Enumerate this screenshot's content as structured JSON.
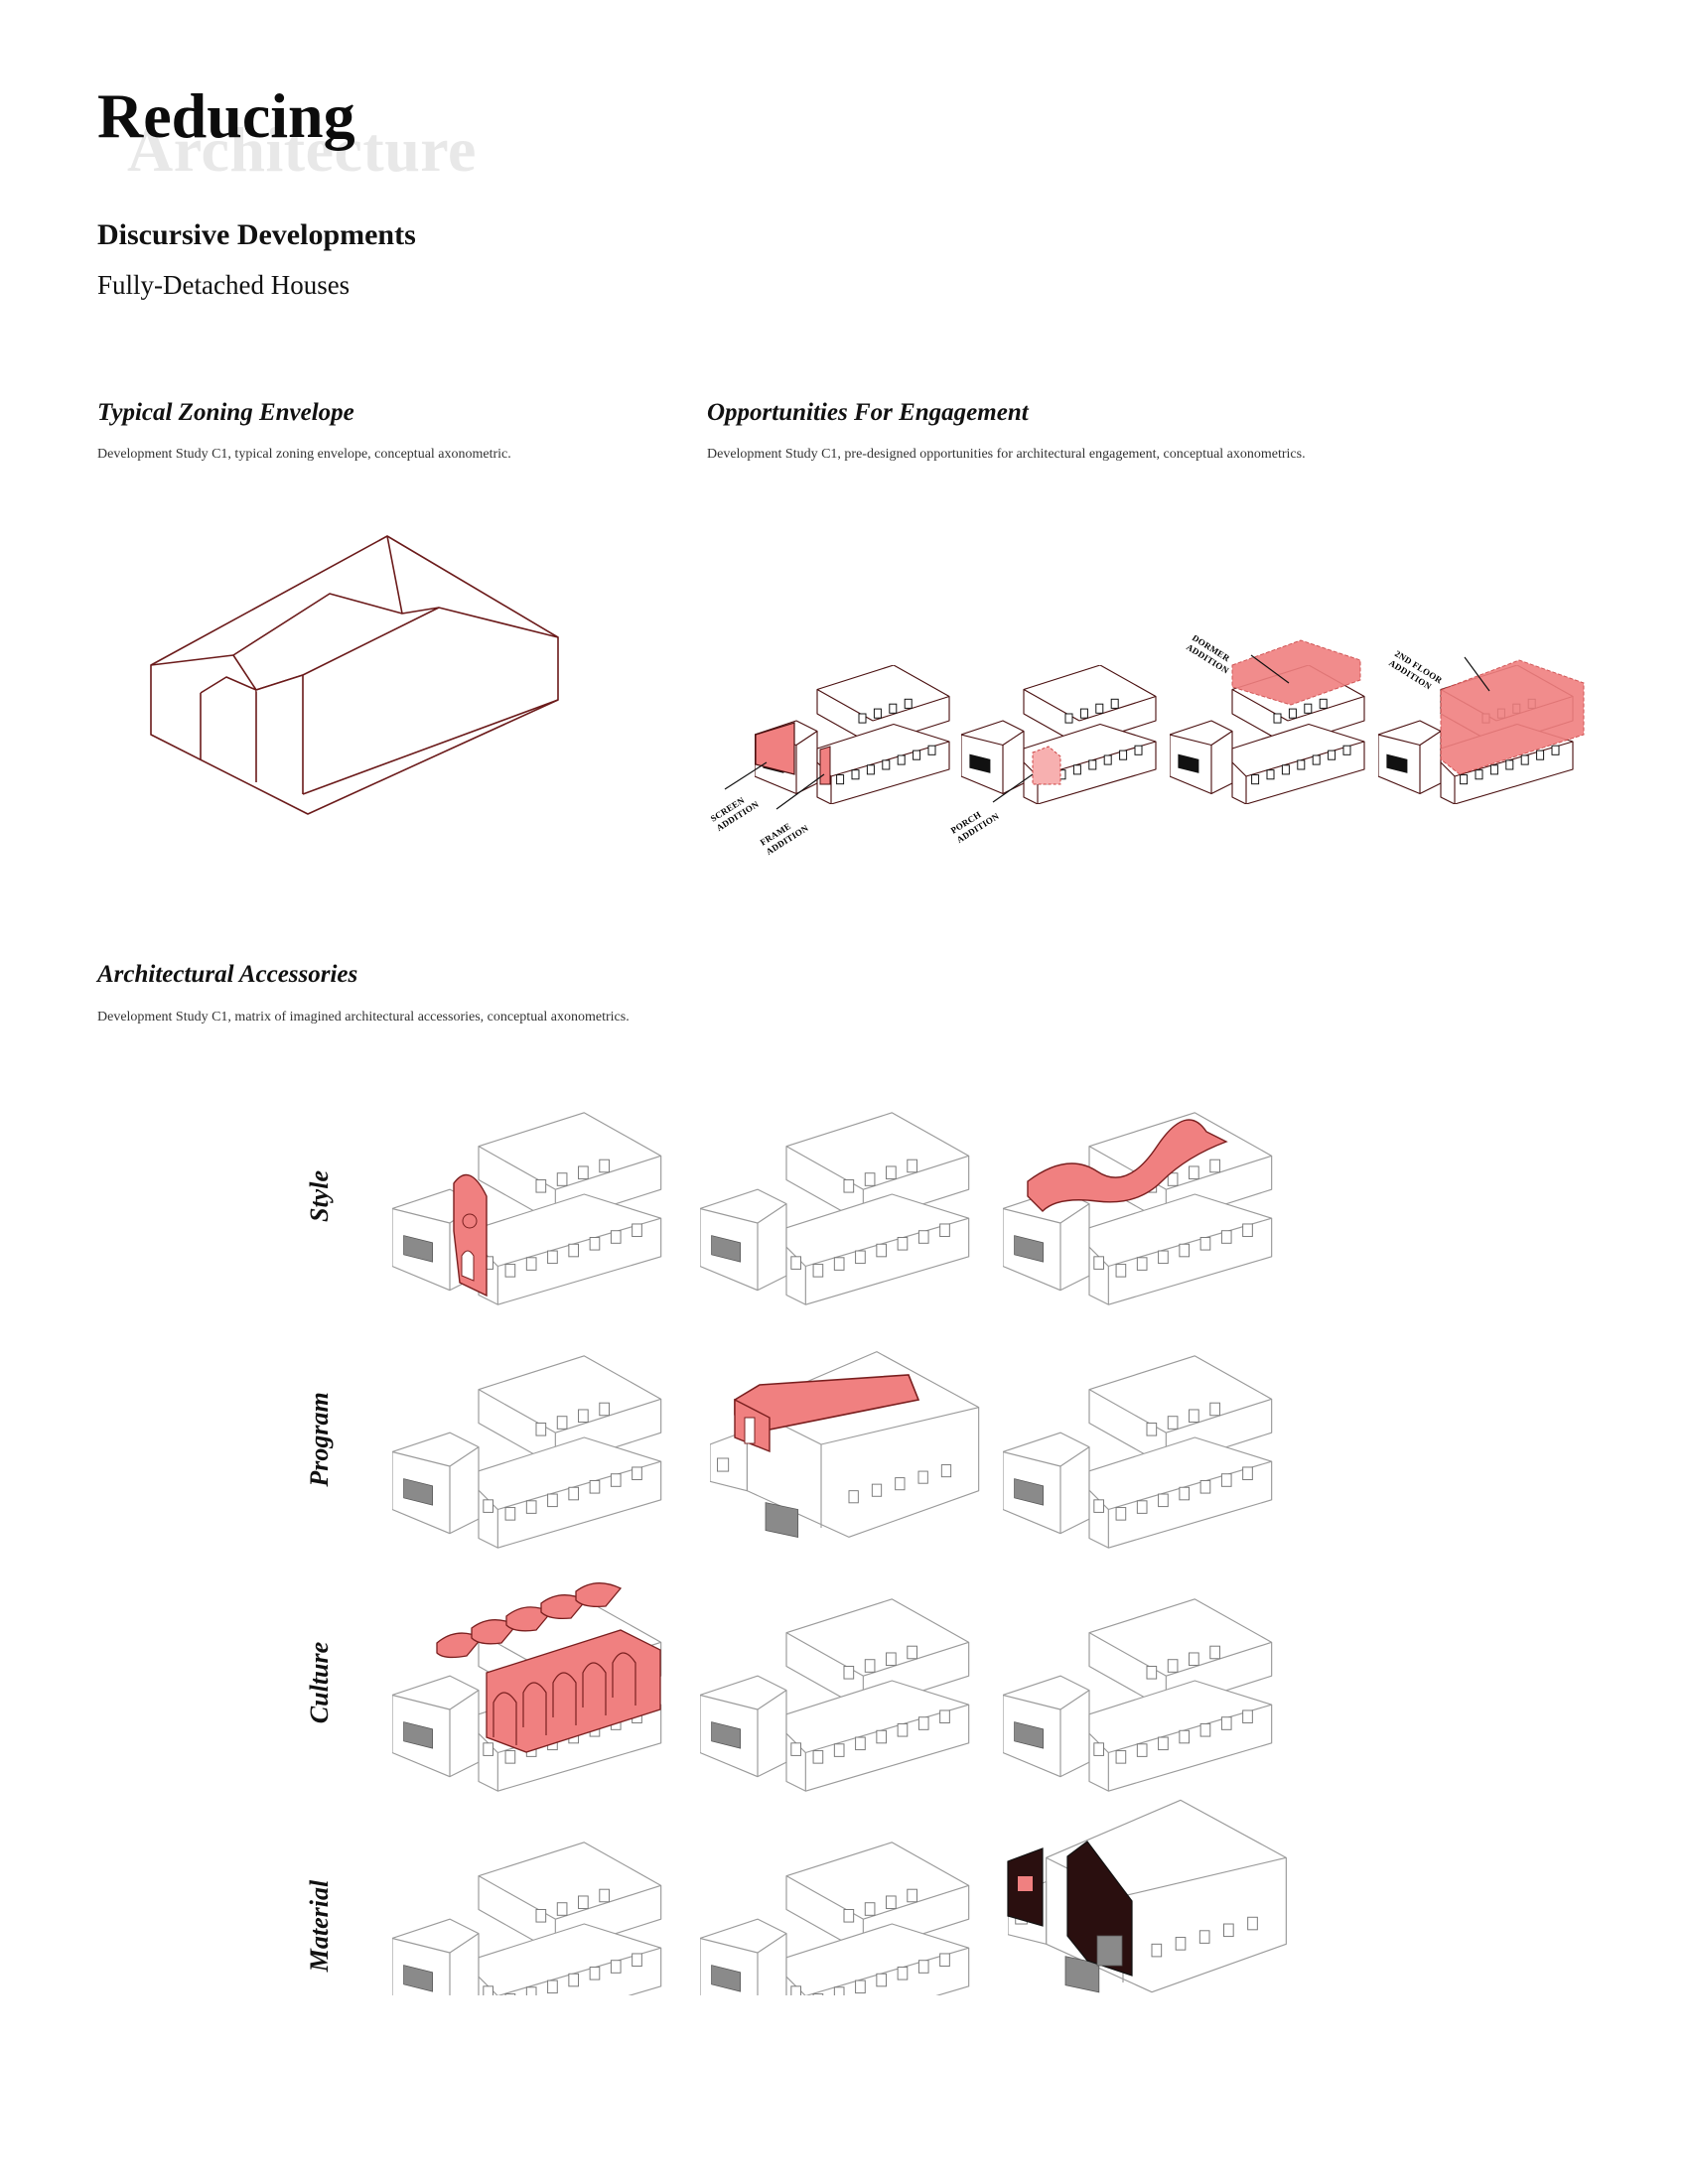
{
  "header": {
    "title": "Reducing",
    "title_ghost": "Architecture",
    "section_title": "Discursive Developments",
    "subtitle": "Fully-Detached Houses"
  },
  "zoning": {
    "heading": "Typical Zoning Envelope",
    "caption": "Development Study C1, typical zoning envelope, conceptual axonometric."
  },
  "engagement": {
    "heading": "Opportunities For Engagement",
    "caption": "Development Study C1, pre-designed opportunities for architectural engagement, conceptual axonometrics.",
    "annotations": {
      "screen": [
        "SCREEN",
        "ADDITION"
      ],
      "frame": [
        "FRAME",
        "ADDITION"
      ],
      "porch": [
        "PORCH",
        "ADDITION"
      ],
      "dormer": [
        "DORMER",
        "ADDITION"
      ],
      "second_floor": [
        "2ND FLOOR",
        "ADDITION"
      ]
    }
  },
  "accessories": {
    "heading": "Architectural Accessories",
    "caption": "Development Study C1, matrix of imagined architectural accessories, conceptual axonometrics.",
    "rows": [
      {
        "label": "Style"
      },
      {
        "label": "Program"
      },
      {
        "label": "Culture"
      },
      {
        "label": "Material"
      }
    ]
  },
  "colors": {
    "accent_red": "#f08080",
    "outline_dark_red": "#7a1f1f",
    "line_gray": "#999999",
    "ink": "#111111"
  }
}
